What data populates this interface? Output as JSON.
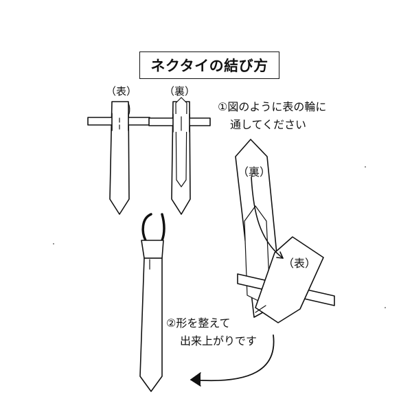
{
  "title": "ネクタイの結び方",
  "labels": {
    "front": "（表）",
    "back": "（裏）",
    "diagram_back": "（裏）",
    "diagram_front": "（表）"
  },
  "step1": {
    "line1": "①図のように表の輪に",
    "line2": "通してください"
  },
  "step2": {
    "line1": "②形を整えて",
    "line2": "出来上がりです"
  },
  "colors": {
    "ink": "#111111",
    "paper": "#ffffff"
  }
}
